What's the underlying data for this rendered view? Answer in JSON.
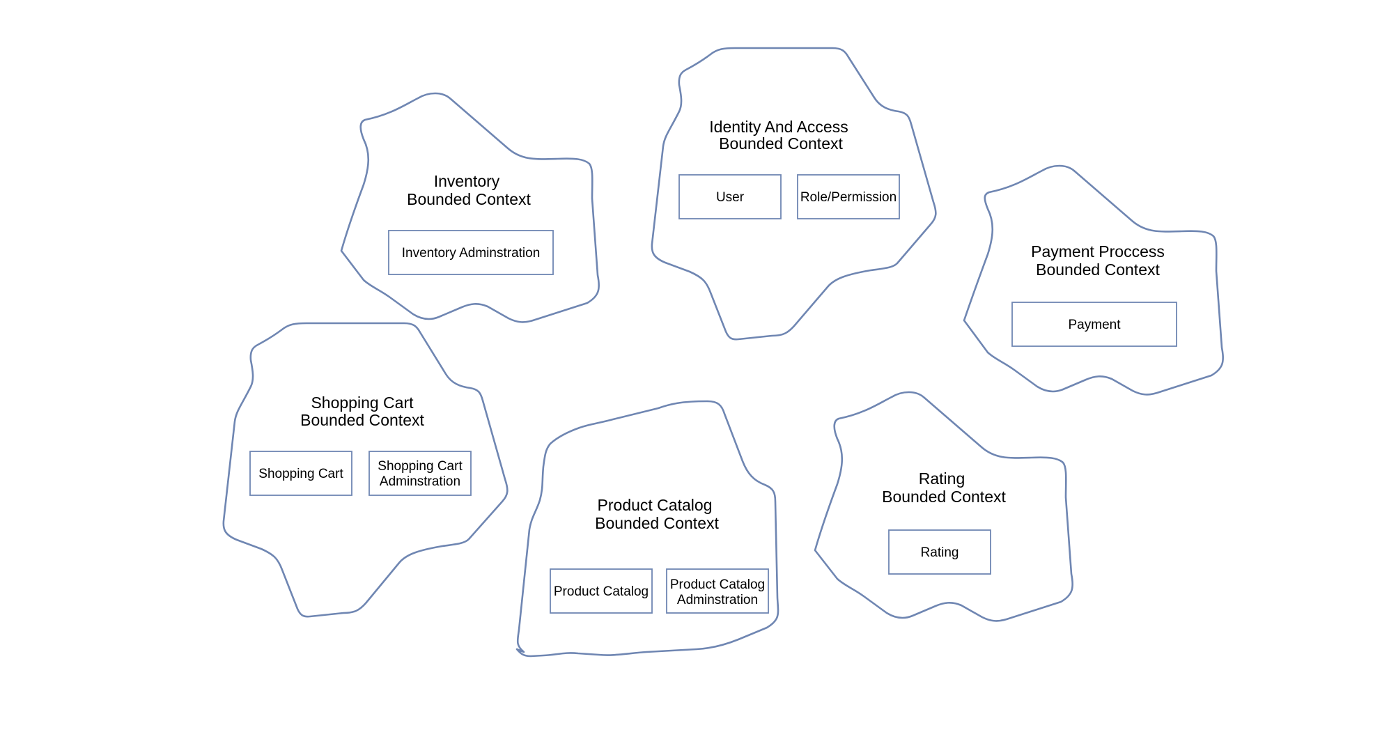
{
  "colors": {
    "outline": "#6f86b2",
    "text": "#000000",
    "background": "#ffffff"
  },
  "contexts": [
    {
      "id": "inventory",
      "title": [
        "Inventory",
        "Bounded Context"
      ],
      "modules": [
        [
          "Inventory Adminstration"
        ]
      ]
    },
    {
      "id": "identity-access",
      "title": [
        "Identity And Access",
        "Bounded Context"
      ],
      "modules": [
        [
          "User"
        ],
        [
          "Role/Permission"
        ]
      ]
    },
    {
      "id": "payment",
      "title": [
        "Payment Proccess",
        "Bounded Context"
      ],
      "modules": [
        [
          "Payment"
        ]
      ]
    },
    {
      "id": "shopping-cart",
      "title": [
        "Shopping Cart",
        "Bounded Context"
      ],
      "modules": [
        [
          "Shopping Cart"
        ],
        [
          "Shopping Cart",
          "Adminstration"
        ]
      ]
    },
    {
      "id": "product-catalog",
      "title": [
        "Product Catalog",
        "Bounded Context"
      ],
      "modules": [
        [
          "Product Catalog"
        ],
        [
          "Product Catalog",
          "Adminstration"
        ]
      ]
    },
    {
      "id": "rating",
      "title": [
        "Rating",
        "Bounded Context"
      ],
      "modules": [
        [
          "Rating"
        ]
      ]
    }
  ]
}
